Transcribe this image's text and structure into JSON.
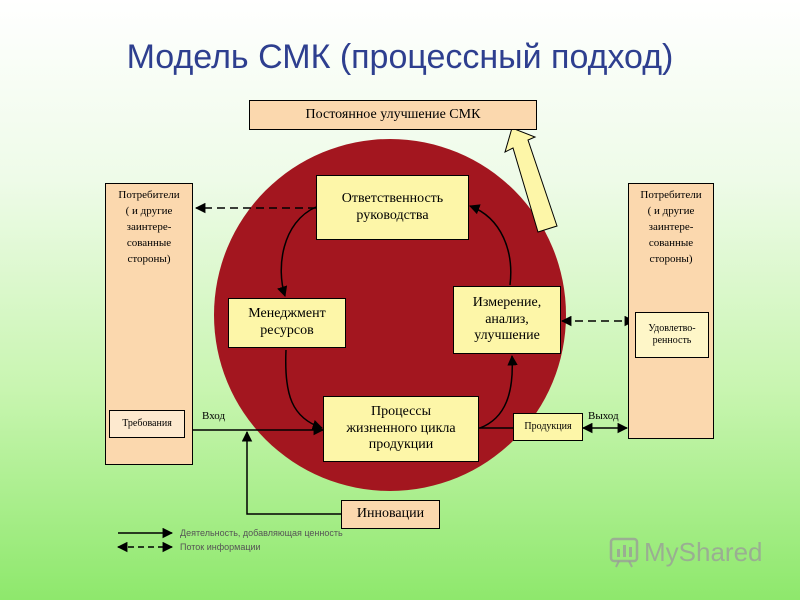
{
  "title": "Модель СМК (процессный подход)",
  "top_box": "Постоянное улучшение СМК",
  "left_side": {
    "text": "Потребители\n( и другие\nзаинтере-\nсованные\nстороны)",
    "requirements": "Требования"
  },
  "right_side": {
    "text": "Потребители\n( и другие\nзаинтере-\nсованные\nстороны)",
    "satisfaction": "Удовлетво-\nренность"
  },
  "processes": {
    "responsibility": "Ответственность\nруководства",
    "resources": "Менеджмент\nресурсов",
    "measurement": "Измерение,\nанализ,\nулучшение",
    "lifecycle": "Процессы\nжизненного цикла\nпродукции"
  },
  "product": "Продукция",
  "innovations": "Инновации",
  "input_label": "Вход",
  "output_label": "Выход",
  "legend": {
    "value_added": "Деятельность, добавляющая ценность",
    "info_flow": "Поток информации"
  },
  "logo_text": "MyShared",
  "colors": {
    "circle": "#a3161f",
    "peach": "#fbd8ae",
    "yellow": "#fdf6a8",
    "title": "#2e3f8f"
  }
}
